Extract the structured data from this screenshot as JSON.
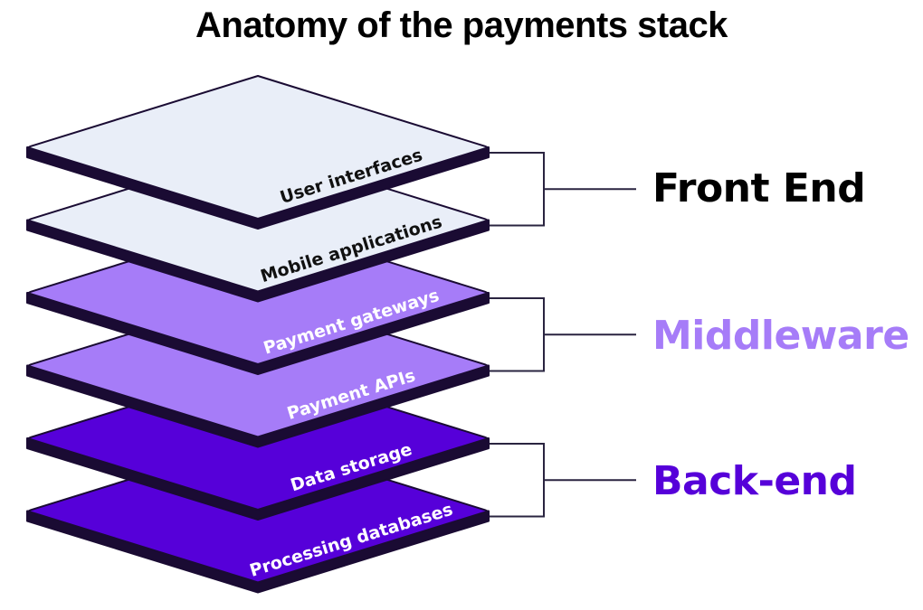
{
  "title": "Anatomy of the payments stack",
  "colors": {
    "outline": "#1a0b33",
    "front_fill": "#e9eef8",
    "middle_fill": "#a67cf8",
    "back_fill": "#5600d9",
    "front_text": "#111111",
    "middle_text": "#ffffff",
    "back_text": "#ffffff",
    "front_label": "#000000",
    "middle_label": "#a67cf8",
    "back_label": "#5600d9"
  },
  "groups": [
    {
      "id": "front",
      "label": "Front End",
      "layers": [
        "User interfaces",
        "Mobile applications"
      ]
    },
    {
      "id": "middle",
      "label": "Middleware",
      "layers": [
        "Payment gateways",
        "Payment APIs"
      ]
    },
    {
      "id": "back",
      "label": "Back-end",
      "layers": [
        "Data storage",
        "Processing databases"
      ]
    }
  ]
}
